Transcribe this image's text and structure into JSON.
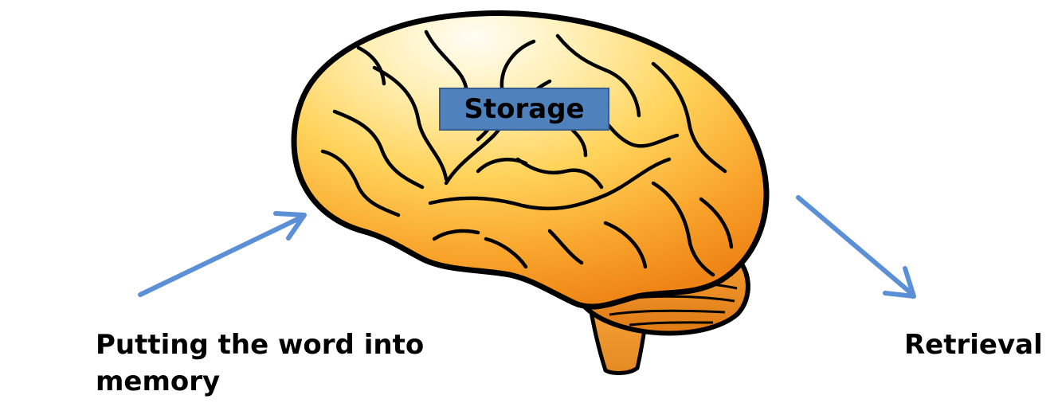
{
  "labels": {
    "encoding": "Putting the word into memory",
    "storage": "Storage",
    "retrieval": "Retrieval"
  },
  "colors": {
    "arrow": "#5b8fd6",
    "storage_box": "#4f81bd",
    "brain_light": "#fff6cf",
    "brain_mid": "#ffcf4a",
    "brain_dark": "#f28a1a",
    "outline": "#000000"
  },
  "icons": {
    "brain": "brain-illustration",
    "arrow_in": "arrow-up-right-icon",
    "arrow_out": "arrow-down-right-icon"
  }
}
